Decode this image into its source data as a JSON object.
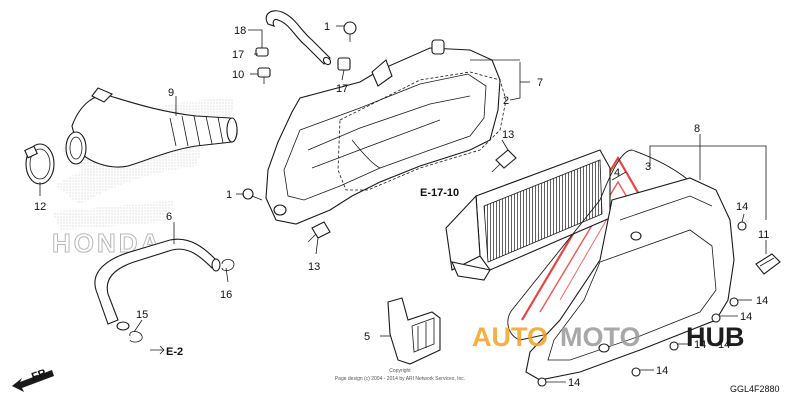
{
  "callouts": {
    "c1a": "1",
    "c1b": "1",
    "c2": "2",
    "c3": "3",
    "c4": "4",
    "c5": "5",
    "c6": "6",
    "c7": "7",
    "c8": "8",
    "c9": "9",
    "c10": "10",
    "c11": "11",
    "c12": "12",
    "c13a": "13",
    "c13b": "13",
    "c14a": "14",
    "c14b": "14",
    "c14c": "14",
    "c14d": "14",
    "c14e": "14",
    "c14f": "14",
    "c14g": "14",
    "c15": "15",
    "c16": "16",
    "c17a": "17",
    "c17b": "17",
    "c18": "18"
  },
  "refs": {
    "e17": "E-17-10",
    "e2": "E-2",
    "fr": "FR."
  },
  "footer": {
    "copyright": "Copyright",
    "notice": "Page design (c) 2004 - 2014 by ARI Network Services, Inc.",
    "code": "GGL4F2880"
  },
  "watermark": {
    "brand": "HONDA",
    "logo_auto": "AUTO",
    "logo_moto": "MOTO",
    "logo_hub": "HUB",
    "color_red": "#e03030",
    "color_orange": "#f2a324",
    "color_dark": "#1e1e1e",
    "color_gray": "#9a9a9a"
  }
}
